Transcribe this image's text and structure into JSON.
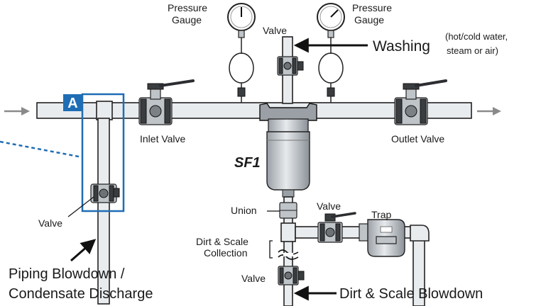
{
  "labels": {
    "pressure_gauge_left": [
      "Pressure",
      "Gauge"
    ],
    "pressure_gauge_right": [
      "Pressure",
      "Gauge"
    ],
    "valve_top": "Valve",
    "washing": "Washing",
    "washing_note": [
      "(hot/cold water,",
      "steam or air)"
    ],
    "inlet_valve": "Inlet Valve",
    "outlet_valve": "Outlet Valve",
    "strainer": "SF1",
    "union": "Union",
    "valve_trap": "Valve",
    "trap": "Trap",
    "dirt_scale_collection": [
      "Dirt & Scale",
      "Collection"
    ],
    "valve_bottom": "Valve",
    "dirt_scale_blowdown": "Dirt & Scale Blowdown",
    "valve_branch": "Valve",
    "piping_blowdown": [
      "Piping Blowdown /",
      "Condensate Discharge"
    ],
    "detail_marker": "A"
  },
  "colors": {
    "detail_blue": "#1f6db5",
    "marker_text": "#ffffff",
    "pipe_fill": "#e9ecef",
    "outline": "#222222",
    "flow_arrow": "#8a8a8a"
  }
}
